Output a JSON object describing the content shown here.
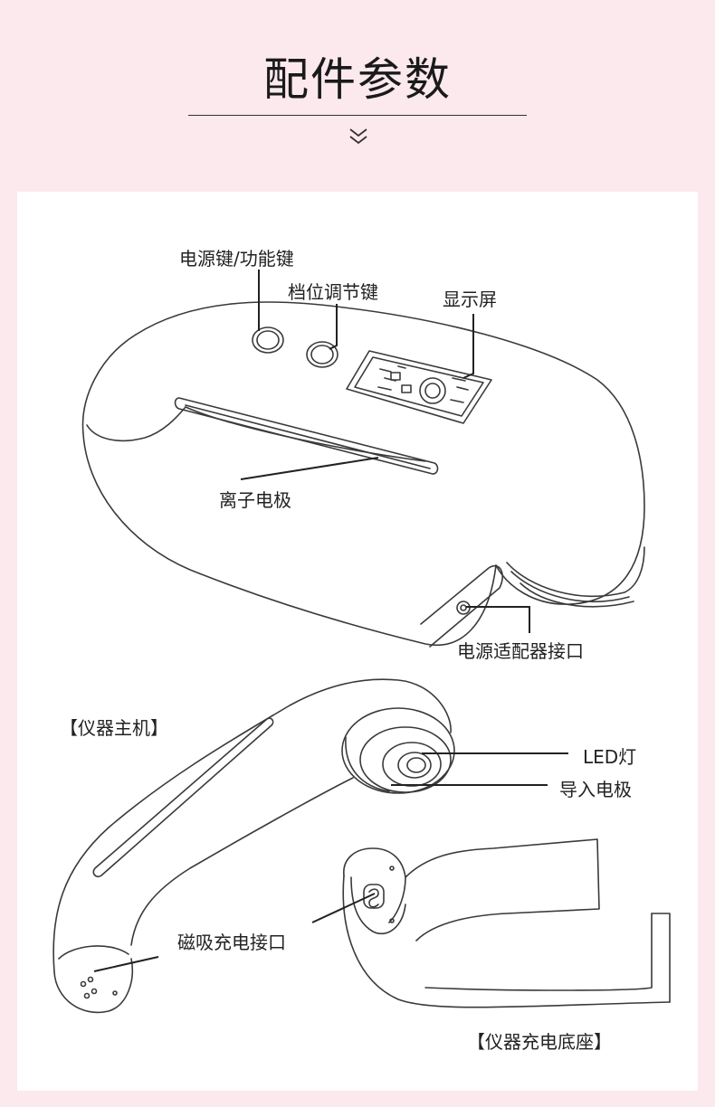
{
  "header": {
    "title": "配件参数"
  },
  "labels": {
    "power_key": "电源键/功能键",
    "level_key": "档位调节键",
    "display": "显示屏",
    "ion_electrode": "离子电极",
    "power_port": "电源适配器接口",
    "main_unit": "【仪器主机】",
    "led": "LED灯",
    "import_electrode": "导入电极",
    "magnetic_port": "磁吸充电接口",
    "charging_base": "【仪器充电底座】"
  },
  "colors": {
    "page_background": "#fbe9ee",
    "panel_background": "#ffffff",
    "line": "#333333"
  },
  "icons": [
    "chevron-double-down-icon"
  ]
}
